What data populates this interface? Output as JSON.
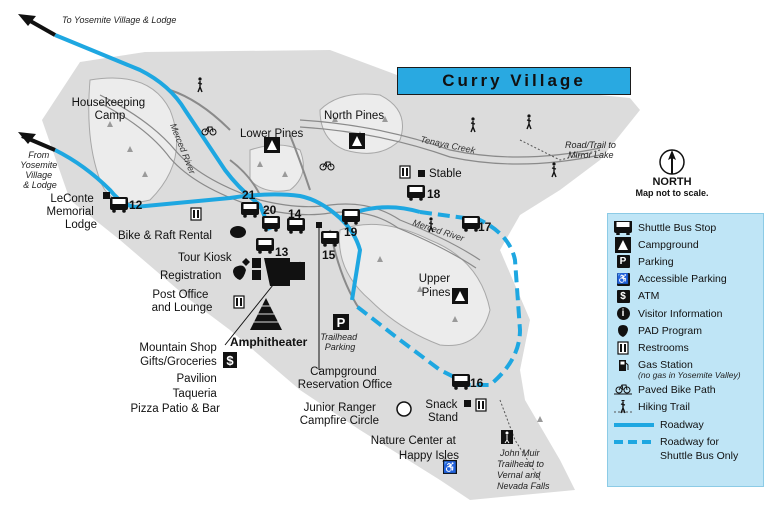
{
  "title": "Curry Village",
  "north": {
    "label": "NORTH",
    "note": "Map not to scale."
  },
  "colors": {
    "road": "#1ea7e1",
    "shuttle_only": "#1ea7e1",
    "terrain": "#dcdcdc",
    "legend_bg": "#bfe5f6",
    "title_bg": "#29a9e1"
  },
  "directions": {
    "top": "To Yosemite Village & Lodge",
    "left": [
      "From",
      "Yosemite",
      "Village",
      "& Lodge"
    ],
    "mirror_lake": [
      "Road/Trail to",
      "Mirror Lake"
    ]
  },
  "rivers": {
    "merced_1": "Merced River",
    "merced_2": "Merced River",
    "tenaya": "Tenaya Creek"
  },
  "places": {
    "housekeeping": [
      "Housekeeping",
      "Camp"
    ],
    "north_pines": "North Pines",
    "lower_pines": "Lower Pines",
    "leconte": [
      "LeConte",
      "Memorial",
      "Lodge"
    ],
    "stable": "Stable",
    "bike_raft": "Bike & Raft Rental",
    "tour_kiosk": "Tour Kiosk",
    "registration": "Registration",
    "post_office": [
      "Post Office",
      "and Lounge"
    ],
    "amphitheater": "Amphitheater",
    "mountain_shop": [
      "Mountain Shop",
      "Gifts/Groceries",
      "Pavilion",
      "Taqueria",
      "Pizza Patio & Bar"
    ],
    "upper_pines": [
      "Upper",
      "Pines"
    ],
    "trailhead_parking": [
      "Trailhead",
      "Parking"
    ],
    "campground_office": [
      "Campground",
      "Reservation Office"
    ],
    "junior_ranger": [
      "Junior Ranger",
      "Campfire Circle"
    ],
    "snack_stand": [
      "Snack",
      "Stand"
    ],
    "nature_center": [
      "Nature Center at",
      "Happy Isles"
    ],
    "john_muir": [
      "John Muir",
      "Trailhead to",
      "Vernal and",
      "Nevada Falls"
    ]
  },
  "stops": {
    "s12": "12",
    "s13": "13",
    "s14": "14",
    "s15": "15",
    "s16": "16",
    "s17": "17",
    "s18": "18",
    "s19": "19",
    "s20": "20",
    "s21": "21"
  },
  "legend": {
    "items": [
      {
        "icon": "shuttle-bus-stop-icon",
        "label": "Shuttle Bus Stop"
      },
      {
        "icon": "campground-icon",
        "label": "Campground"
      },
      {
        "icon": "parking-icon",
        "label": "Parking"
      },
      {
        "icon": "accessible-parking-icon",
        "label": "Accessible Parking"
      },
      {
        "icon": "atm-icon",
        "label": "ATM"
      },
      {
        "icon": "visitor-information-icon",
        "label": "Visitor Information"
      },
      {
        "icon": "pad-program-icon",
        "label": "PAD Program"
      },
      {
        "icon": "restrooms-icon",
        "label": "Restrooms"
      },
      {
        "icon": "gas-station-icon",
        "label": "Gas Station"
      }
    ],
    "gas_note": "(no gas in Yosemite Valley)",
    "lines": [
      {
        "icon": "paved-bike-path-icon",
        "label": "Paved Bike Path"
      },
      {
        "icon": "hiking-trail-icon",
        "label": "Hiking Trail"
      },
      {
        "icon": "roadway-icon",
        "label": "Roadway"
      },
      {
        "icon": "shuttle-only-roadway-icon",
        "label": "Roadway for"
      }
    ],
    "shuttle_only_2": "Shuttle Bus Only"
  }
}
